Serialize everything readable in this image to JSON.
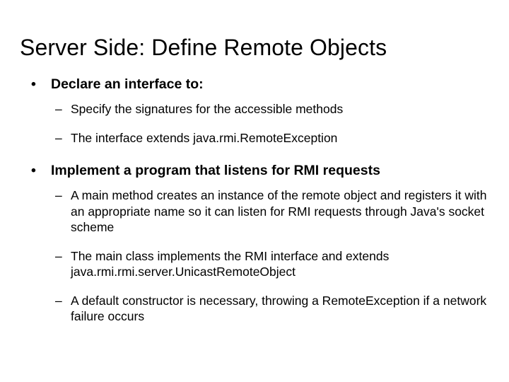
{
  "slide": {
    "title": "Server Side: Define Remote Objects",
    "bullet_char": "•",
    "dash_char": "–",
    "text_color": "#000000",
    "background_color": "#ffffff",
    "sections": [
      {
        "heading": "Declare an interface to:",
        "subitems": [
          "Specify the signatures for the accessible methods",
          "The interface extends java.rmi.RemoteException"
        ]
      },
      {
        "heading": "Implement a program that listens for RMI requests",
        "subitems": [
          "A main method creates an instance of the remote object and registers it with an appropriate name so it can listen for RMI requests through Java's socket scheme",
          "The main class implements the RMI interface and extends java.rmi.rmi.server.UnicastRemoteObject",
          "A default constructor is necessary, throwing a RemoteException if a network failure occurs"
        ]
      }
    ]
  }
}
